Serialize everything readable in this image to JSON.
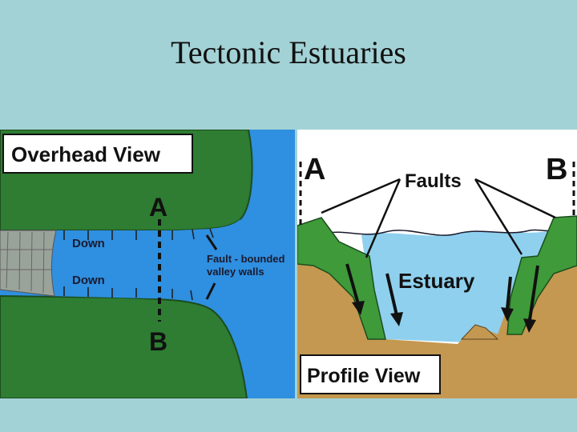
{
  "slide": {
    "title": "Tectonic Estuaries"
  },
  "overhead": {
    "heading": "Overhead View",
    "label_a": "A",
    "label_b": "B",
    "down_1": "Down",
    "down_2": "Down",
    "fault_line_1": "Fault - bounded",
    "fault_line_2": "valley walls"
  },
  "profile": {
    "heading": "Profile View",
    "label_a": "A",
    "label_b": "B",
    "faults": "Faults",
    "estuary": "Estuary"
  },
  "colors": {
    "slide_bg": "#a3d2d6",
    "land_green": "#2e7d32",
    "water_blue": "#2f8fe0",
    "estuary_blue": "#8fd0ee",
    "sediment_tan": "#c49850"
  }
}
